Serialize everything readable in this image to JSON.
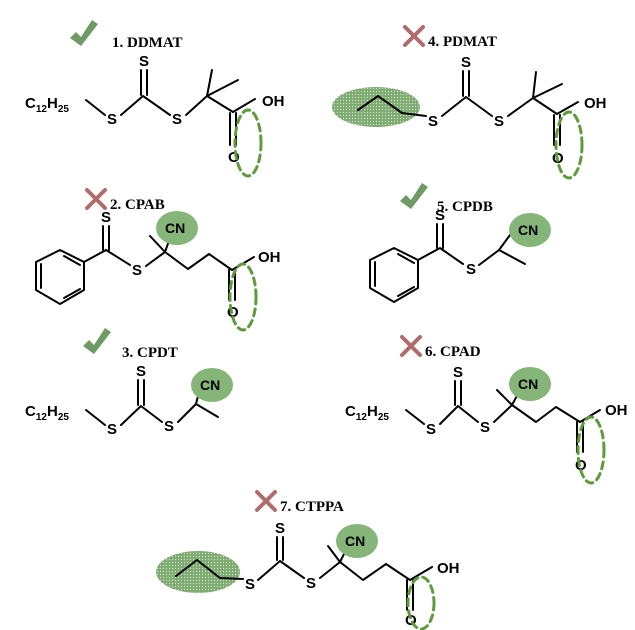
{
  "colors": {
    "check": "#6f9a63",
    "cross": "#b06b6b",
    "highlight": "#86b57a",
    "dashed_ring": "#5f9a3d"
  },
  "icons": {
    "pass": "check-icon",
    "fail": "cross-icon"
  },
  "molecules": [
    {
      "title": "1. DDMAT",
      "status": "pass",
      "chain": "C12H25",
      "acid": "OH",
      "acid_o": "O",
      "s_thione": "S",
      "s1": "S",
      "s2": "S"
    },
    {
      "title": "2. CPAB",
      "status": "fail",
      "cn": "CN",
      "acid": "OH",
      "acid_o": "O",
      "s_thione": "S",
      "s1": "S"
    },
    {
      "title": "3. CPDT",
      "status": "pass",
      "chain": "C12H25",
      "cn": "CN",
      "s_thione": "S",
      "s1": "S",
      "s2": "S"
    },
    {
      "title": "4. PDMAT",
      "status": "fail",
      "acid": "OH",
      "acid_o": "O",
      "s_thione": "S",
      "s1": "S",
      "s2": "S"
    },
    {
      "title": "5. CPDB",
      "status": "pass",
      "cn": "CN",
      "s_thione": "S",
      "s1": "S"
    },
    {
      "title": "6. CPAD",
      "status": "fail",
      "chain": "C12H25",
      "cn": "CN",
      "acid": "OH",
      "acid_o": "O",
      "s_thione": "S",
      "s1": "S",
      "s2": "S"
    },
    {
      "title": "7. CTPPA",
      "status": "fail",
      "cn": "CN",
      "acid": "OH",
      "acid_o": "O",
      "s_thione": "S",
      "s1": "S",
      "s2": "S"
    }
  ]
}
